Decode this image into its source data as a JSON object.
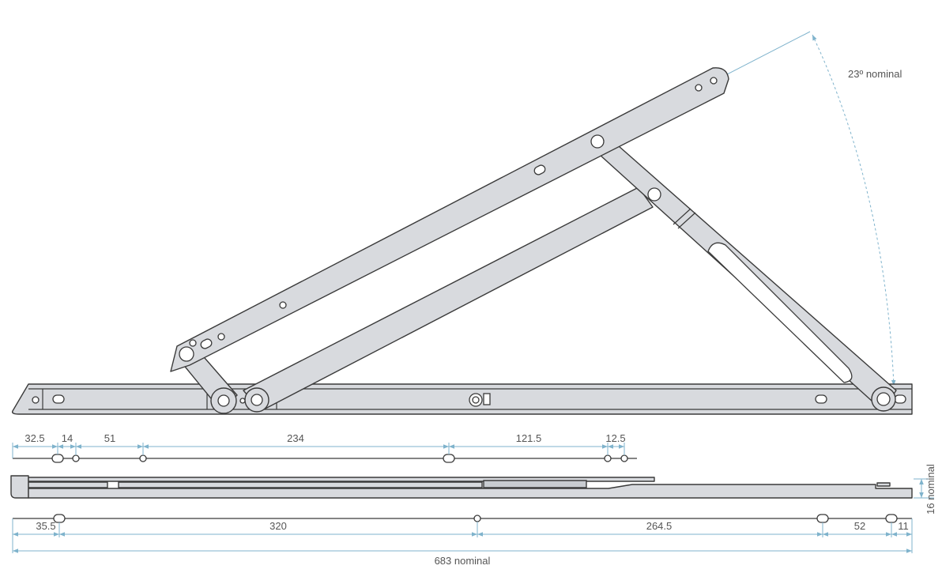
{
  "colors": {
    "metal": "#d8dade",
    "outline": "#3a3a3a",
    "dimension": "#7fb3cc",
    "text": "#555555"
  },
  "angle": {
    "label": "23º nominal"
  },
  "top_dimensions": [
    "32.5",
    "14",
    "51",
    "234",
    "121.5",
    "12.5"
  ],
  "side_dimension": "16 nominal",
  "bottom_dimensions": [
    "35.5",
    "320",
    "264.5",
    "52",
    "11"
  ],
  "overall": "683 nominal"
}
